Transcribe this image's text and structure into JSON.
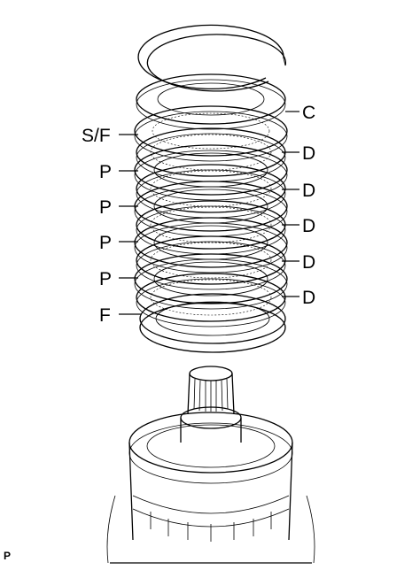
{
  "labels": {
    "left": [
      "S/F",
      "P",
      "P",
      "P",
      "P",
      "F"
    ],
    "right": [
      "C",
      "D",
      "D",
      "D",
      "D",
      "D"
    ]
  },
  "corner_mark": "P"
}
